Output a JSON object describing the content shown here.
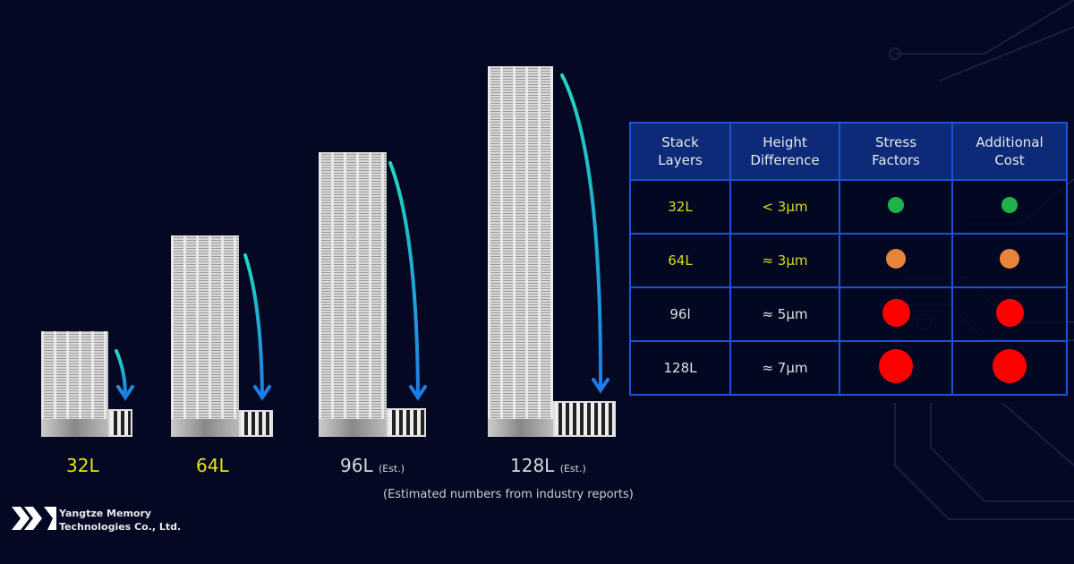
{
  "stacks": [
    {
      "label": "32L",
      "suffix": ""
    },
    {
      "label": "64L",
      "suffix": ""
    },
    {
      "label": "96L",
      "suffix": "(Est.)"
    },
    {
      "label": "128L",
      "suffix": "(Est.)"
    }
  ],
  "note": "(Estimated numbers from industry reports)",
  "table": {
    "headers": [
      [
        "Stack",
        "Layers"
      ],
      [
        "Height",
        "Difference"
      ],
      [
        "Stress",
        "Factors"
      ],
      [
        "Additional",
        "Cost"
      ]
    ],
    "rows": [
      {
        "layers": "32L",
        "height": "< 3μm",
        "stress_color": "#1db34a",
        "cost_color": "#1db34a",
        "level": "low"
      },
      {
        "layers": "64L",
        "height": "≈ 3μm",
        "stress_color": "#e8843a",
        "cost_color": "#e8843a",
        "level": "medium"
      },
      {
        "layers": "96l",
        "height": "≈ 5μm",
        "stress_color": "#ff0000",
        "cost_color": "#ff0000",
        "level": "high"
      },
      {
        "layers": "128L",
        "height": "≈ 7μm",
        "stress_color": "#ff0000",
        "cost_color": "#ff0000",
        "level": "very-high"
      }
    ]
  },
  "company": {
    "line1": "Yangtze Memory",
    "line2": "Technologies Co., Ltd."
  }
}
